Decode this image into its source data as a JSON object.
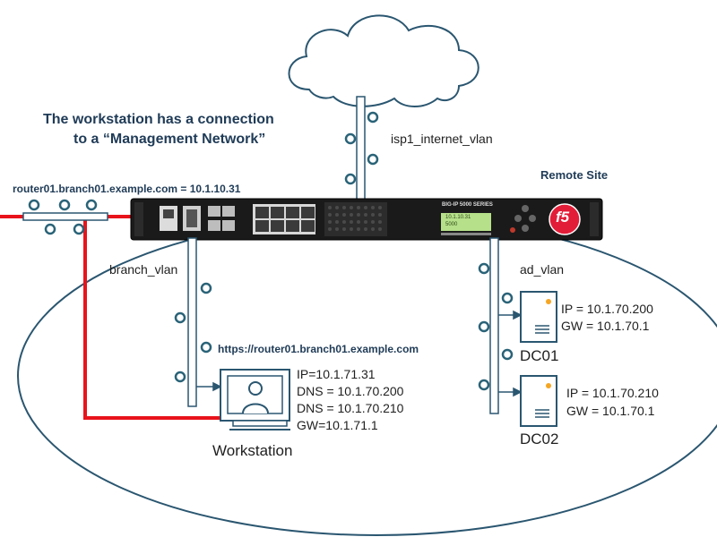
{
  "headline": {
    "line1": "The workstation has a connection",
    "line2": "to a “Management Network”"
  },
  "cloud": {
    "label": ""
  },
  "vlans": {
    "isp": "isp1_internet_vlan",
    "branch": "branch_vlan",
    "ad": "ad_vlan"
  },
  "router": {
    "label": "router01.branch01.example.com = 10.1.10.31"
  },
  "site": {
    "label": "Remote Site"
  },
  "device": {
    "model": "BIG-IP 5000 SERIES",
    "brand": "f5",
    "lcd_line1": "10.1.10.31",
    "lcd_line2": "5000"
  },
  "url": {
    "label": "https://router01.branch01.example.com"
  },
  "workstation": {
    "name": "Workstation",
    "ip": "IP=10.1.71.31",
    "dns1": "DNS = 10.1.70.200",
    "dns2": "DNS = 10.1.70.210",
    "gw": "GW=10.1.71.1"
  },
  "dc01": {
    "name": "DC01",
    "ip": "IP = 10.1.70.200",
    "gw": "GW = 10.1.70.1"
  },
  "dc02": {
    "name": "DC02",
    "ip": "IP = 10.1.70.210",
    "gw": "GW = 10.1.70.1"
  },
  "colors": {
    "red_link": "#e8131b",
    "node": "#2a6378",
    "bus_fill": "#ffffff",
    "outline": "#2a5670",
    "headline": "#1f3b57",
    "f5_red": "#e21d38"
  }
}
